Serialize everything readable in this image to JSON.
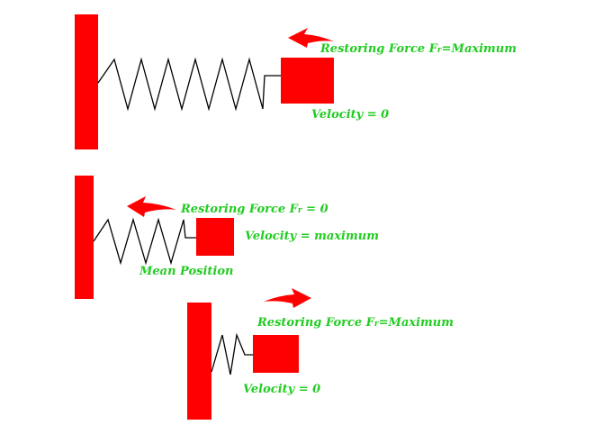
{
  "colors": {
    "block": "#ff0000",
    "arrow": "#ff0000",
    "label": "#22cc22",
    "spring": "#000000",
    "background": "#ffffff"
  },
  "states": [
    {
      "force_label_prefix": "Restoring Force F",
      "force_label_sub": "r",
      "force_label_suffix": "=Maximum",
      "velocity_label": "Velocity = 0",
      "arrow_direction": "left"
    },
    {
      "force_label_prefix": "Restoring Force  F",
      "force_label_sub": "r",
      "force_label_suffix": " = 0",
      "velocity_label": "Velocity = maximum",
      "position_label": "Mean Position",
      "arrow_direction": "left"
    },
    {
      "force_label_prefix": "Restoring Force F",
      "force_label_sub": "r",
      "force_label_suffix": "=Maximum",
      "velocity_label": "Velocity = 0",
      "arrow_direction": "right"
    }
  ]
}
